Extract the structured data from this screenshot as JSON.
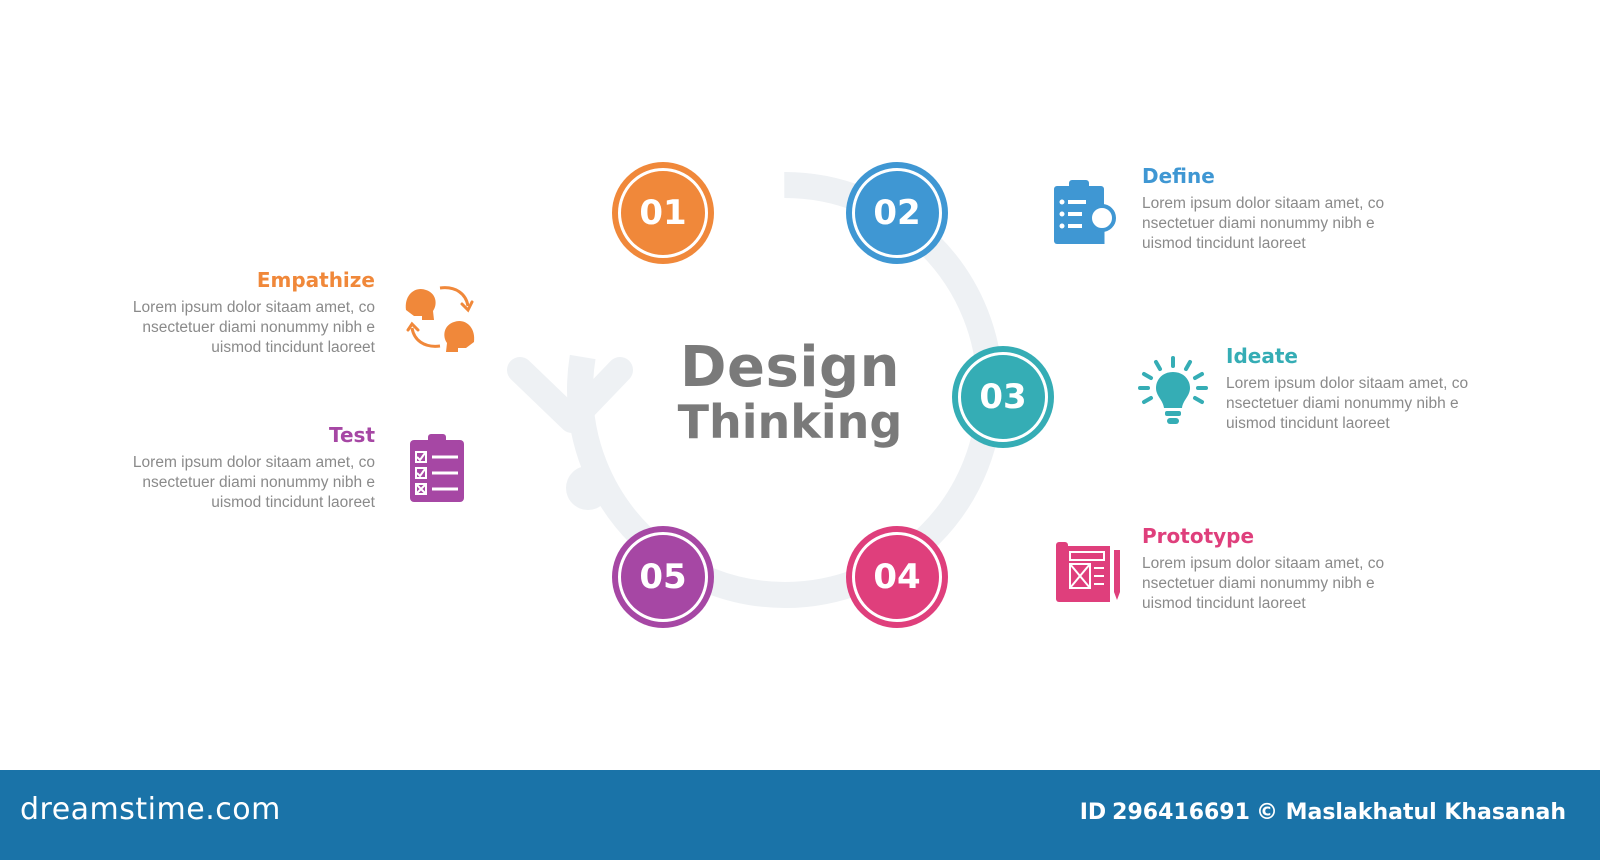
{
  "diagram": {
    "title_line1": "Design",
    "title_line2": "Thinking",
    "steps": [
      {
        "number": "01",
        "title": "Empathize",
        "description": "Lorem ipsum dolor sitaam amet, co\nnsectetuer diami nonummy  nibh e\nuismod tincidunt laoreet",
        "color": "#f0883a",
        "icon": "swap-heads-icon"
      },
      {
        "number": "02",
        "title": "Define",
        "description": "Lorem ipsum dolor sitaam amet, co\nnsectetuer diami nonummy  nibh e\nuismod tincidunt laoreet",
        "color": "#3f97d3",
        "icon": "clipboard-search-icon"
      },
      {
        "number": "03",
        "title": "Ideate",
        "description": "Lorem ipsum dolor sitaam amet, co\nnsectetuer diami nonummy  nibh e\nuismod tincidunt laoreet",
        "color": "#35adb5",
        "icon": "lightbulb-icon"
      },
      {
        "number": "04",
        "title": "Prototype",
        "description": "Lorem ipsum dolor sitaam amet, co\nnsectetuer diami nonummy  nibh e\nuismod tincidunt laoreet",
        "color": "#df3f7c",
        "icon": "blueprint-icon"
      },
      {
        "number": "05",
        "title": "Test",
        "description": "Lorem ipsum dolor sitaam amet, co\nnsectetuer diami nonummy  nibh e\nuismod tincidunt laoreet",
        "color": "#a647a4",
        "icon": "checklist-icon"
      }
    ],
    "cycle_color": "#eef1f4"
  },
  "footer": {
    "brand": "dreamstime.com",
    "id_label": "ID",
    "id_value": "296416691",
    "credit": "© Maslakhatul Khasanah",
    "background": "#1a73a8"
  }
}
